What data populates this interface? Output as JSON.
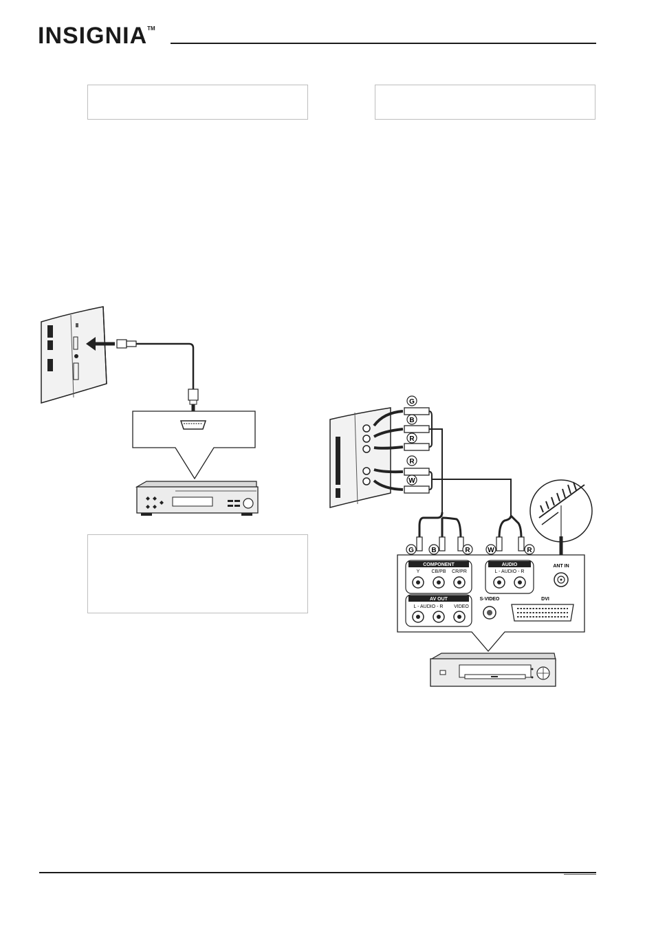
{
  "header": {
    "brand": "INSIGNIA",
    "trademark": "TM"
  },
  "figure_right": {
    "cable_letters": [
      "G",
      "B",
      "R",
      "R",
      "W"
    ],
    "panel_groups": {
      "component": "COMPONENT",
      "audio": "AUDIO",
      "ant_in": "ANT IN",
      "av_out": "AV OUT",
      "s_video": "S-VIDEO",
      "dvi": "DVI"
    },
    "component_ports": [
      "Y",
      "CB/PB",
      "CR/PR"
    ],
    "audio_label": "L - AUDIO - R",
    "av_out_labels": [
      "L - AUDIO - R",
      "VIDEO"
    ],
    "plug_labels": [
      "G",
      "B",
      "R",
      "W",
      "R"
    ]
  }
}
